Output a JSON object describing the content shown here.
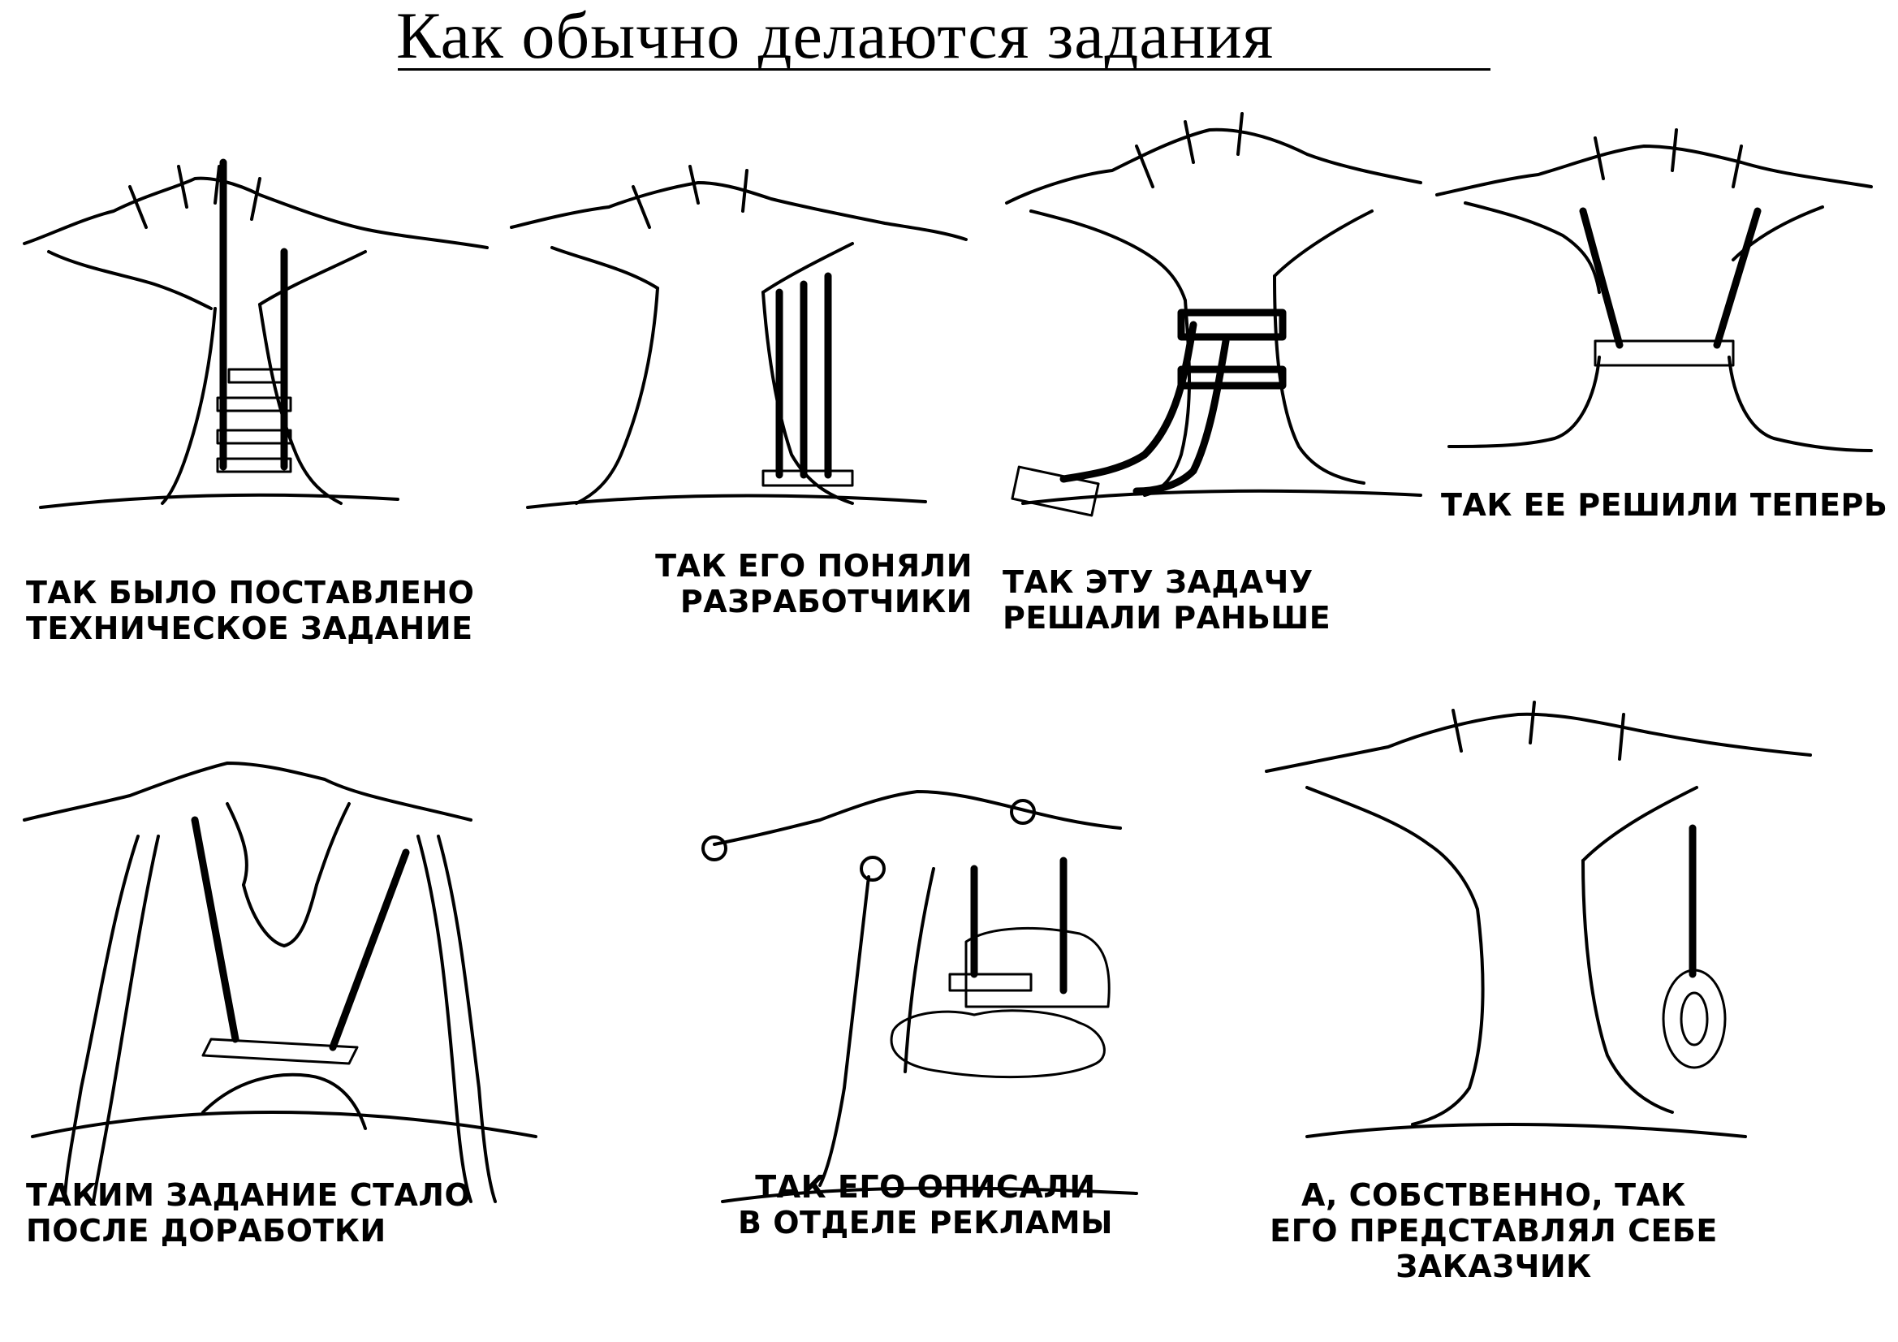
{
  "title": "Как обычно делаются задания",
  "panels": [
    {
      "id": "p1",
      "caption": [
        "ТАК БЫЛО ПОСТАВЛЕНО",
        "ТЕХНИЧЕСКОЕ ЗАДАНИЕ"
      ],
      "icon": "tree-with-ladder-swing-icon"
    },
    {
      "id": "p2",
      "caption": [
        "ТАК ЕГО ПОНЯЛИ",
        "РАЗРАБОТЧИКИ"
      ],
      "icon": "tree-with-triple-rope-swing-icon"
    },
    {
      "id": "p3",
      "caption": [
        "ТАК ЭТУ ЗАДАЧУ",
        "РЕШАЛИ РАНЬШЕ"
      ],
      "icon": "tree-with-wrapped-swing-icon"
    },
    {
      "id": "p4",
      "caption": [
        "ТАК ЕЕ РЕШИЛИ ТЕПЕРЬ"
      ],
      "icon": "tree-with-seat-around-trunk-icon"
    },
    {
      "id": "p5",
      "caption": [
        "ТАКИМ ЗАДАНИЕ СТАЛО",
        "ПОСЛЕ ДОРАБОТКИ"
      ],
      "icon": "tree-with-propped-swing-icon"
    },
    {
      "id": "p6",
      "caption": [
        "ТАК ЕГО ОПИСАЛИ",
        "В ОТДЕЛЕ РЕКЛАМЫ"
      ],
      "icon": "tree-with-armchair-swing-icon"
    },
    {
      "id": "p7",
      "caption": [
        "А, СОБСТВЕННО, ТАК",
        "ЕГО ПРЕДСТАВЛЯЛ СЕБЕ",
        "ЗАКАЗЧИК"
      ],
      "icon": "tree-with-tire-swing-icon"
    }
  ]
}
